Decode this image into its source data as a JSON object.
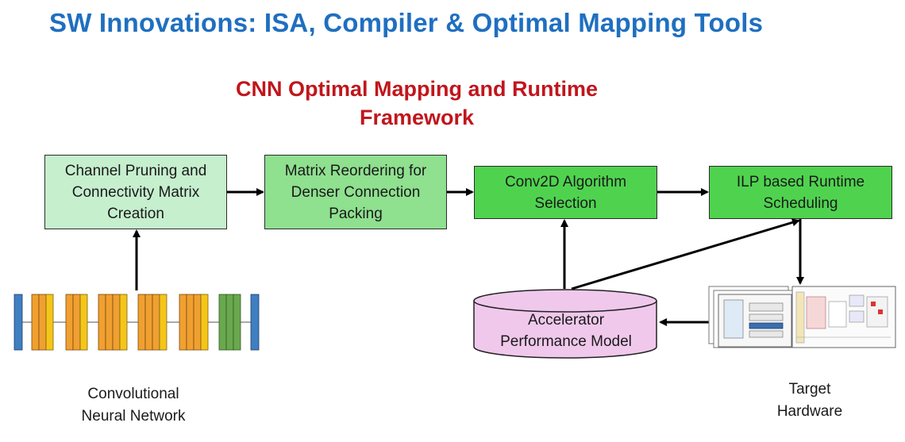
{
  "title": "SW Innovations: ISA, Compiler & Optimal Mapping Tools",
  "subtitle": "CNN Optimal Mapping and Runtime\nFramework",
  "boxes": {
    "pruning": "Channel Pruning and\nConnectivity Matrix\nCreation",
    "reordering": "Matrix Reordering for\nDenser Connection\nPacking",
    "conv2d": "Conv2D Algorithm\nSelection",
    "ilp": "ILP based Runtime\nScheduling"
  },
  "database_label": "Accelerator\nPerformance Model",
  "captions": {
    "cnn": "Convolutional\nNeural Network",
    "hardware": "Target\nHardware"
  },
  "colors": {
    "title_blue": "#1f6fc0",
    "subtitle_red": "#c0161c",
    "pruning_box": "#c6efce",
    "reordering_box": "#8fe08f",
    "conv2d_box": "#4fd34f",
    "ilp_box": "#4fd34f",
    "database": "#f0c8ec"
  }
}
